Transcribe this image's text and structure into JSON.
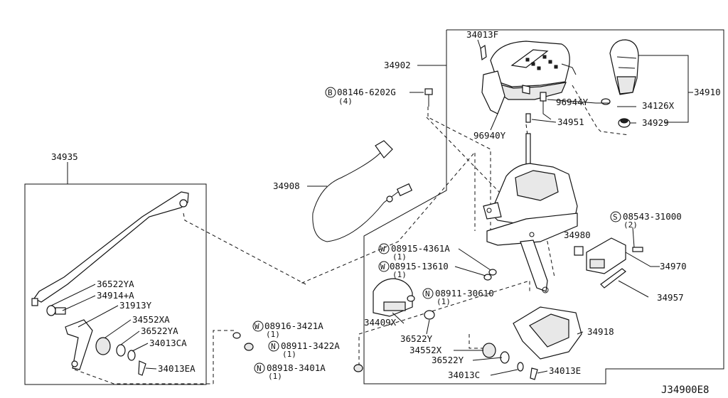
{
  "diagram": {
    "ref_code": "J34900E8",
    "labels": {
      "p34013F": "34013F",
      "p34902": "34902",
      "p34910": "34910",
      "p08146": "08146-6202G",
      "p08146_qty": "(4)",
      "p08146_prefix": "B",
      "p96944Y": "96944Y",
      "p34126X": "34126X",
      "p96940Y": "96940Y",
      "p34951": "34951",
      "p34929": "34929",
      "p34935": "34935",
      "p34908": "34908",
      "p08543": "08543-31000",
      "p08543_qty": "(2)",
      "p08543_prefix": "S",
      "p34980": "34980",
      "p08915_4361A": "08915-4361A",
      "p08915_4361A_qty": "(1)",
      "p08915_4361A_prefix": "W",
      "p08915_13610": "08915-13610",
      "p08915_13610_qty": "(1)",
      "p08915_13610_prefix": "W",
      "p34970": "34970",
      "p08911_30610": "08911-30610",
      "p08911_30610_qty": "(1)",
      "p08911_30610_prefix": "N",
      "p34957": "34957",
      "p36522YA_a": "36522YA",
      "p34914A": "34914+A",
      "p31913Y": "31913Y",
      "p34552XA": "34552XA",
      "p36522YA_b": "36522YA",
      "p34013CA": "34013CA",
      "p34013EA": "34013EA",
      "p34409X": "34409X",
      "p36522Y_a": "36522Y",
      "p08916": "08916-3421A",
      "p08916_qty": "(1)",
      "p08916_prefix": "W",
      "p08911_3422A": "08911-3422A",
      "p08911_3422A_qty": "(1)",
      "p08911_3422A_prefix": "N",
      "p08918": "08918-3401A",
      "p08918_qty": "(1)",
      "p08918_prefix": "N",
      "p34918": "34918",
      "p34552X": "34552X",
      "p36522Y_b": "36522Y",
      "p34013C": "34013C",
      "p34013E": "34013E"
    }
  }
}
